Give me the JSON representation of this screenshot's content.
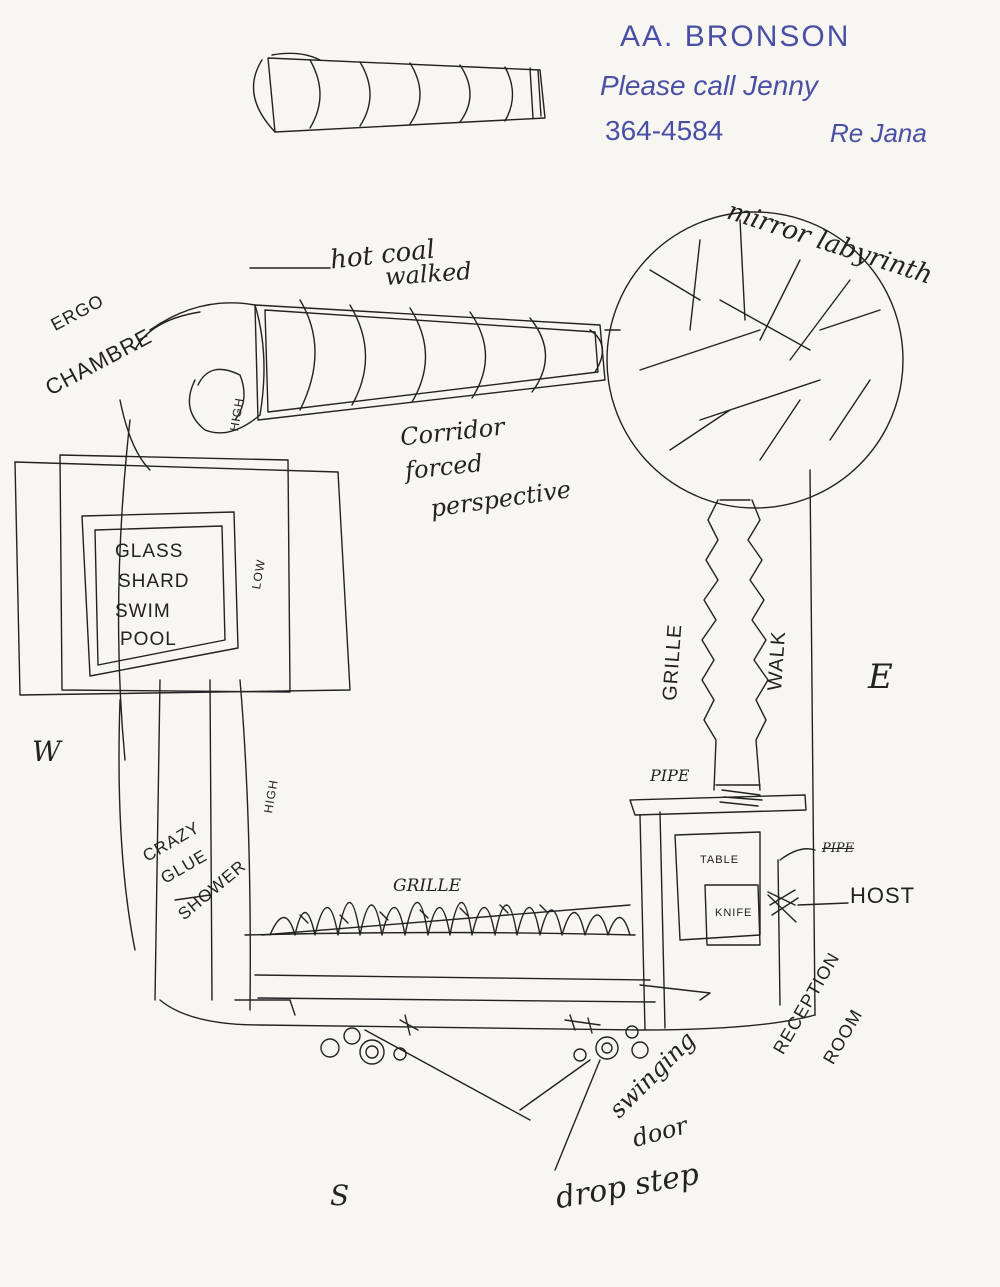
{
  "note": {
    "name": "AA. BRONSON",
    "line1": "Please call Jenny",
    "phone": "364-4584",
    "re": "Re Jana"
  },
  "labels": {
    "mirror": "mirror labyrinth",
    "hotcoal_1": "hot coal",
    "hotcoal_2": "walked",
    "ergo_1": "ERGO",
    "ergo_2": "CHAMBRE",
    "corridor_1": "Corridor",
    "corridor_2": "forced",
    "corridor_3": "perspective",
    "glass_1": "GLASS",
    "glass_2": "SHARD",
    "glass_3": "SWIM",
    "glass_4": "POOL",
    "low": "LOW",
    "high_top": "HIGH",
    "high_left": "HIGH",
    "crazy_1": "CRAZY",
    "crazy_2": "GLUE",
    "crazy_3": "SHOWER",
    "grille_vertical": "GRILLE",
    "walk": "WALK",
    "grille_bottom": "GRILLE",
    "pipe": "PIPE",
    "pipe_crossed": "PIPE",
    "table": "TABLE",
    "knife": "KNIFE",
    "host": "HOST",
    "reception_1": "RECEPTION",
    "reception_2": "ROOM",
    "swinging_1": "swinging",
    "swinging_2": "door",
    "drop_step": "drop step",
    "east": "E",
    "west": "W",
    "south": "S"
  },
  "colors": {
    "ink": "#222222",
    "note_ink": "#4a4fa6",
    "paper": "#f8f6f0"
  }
}
